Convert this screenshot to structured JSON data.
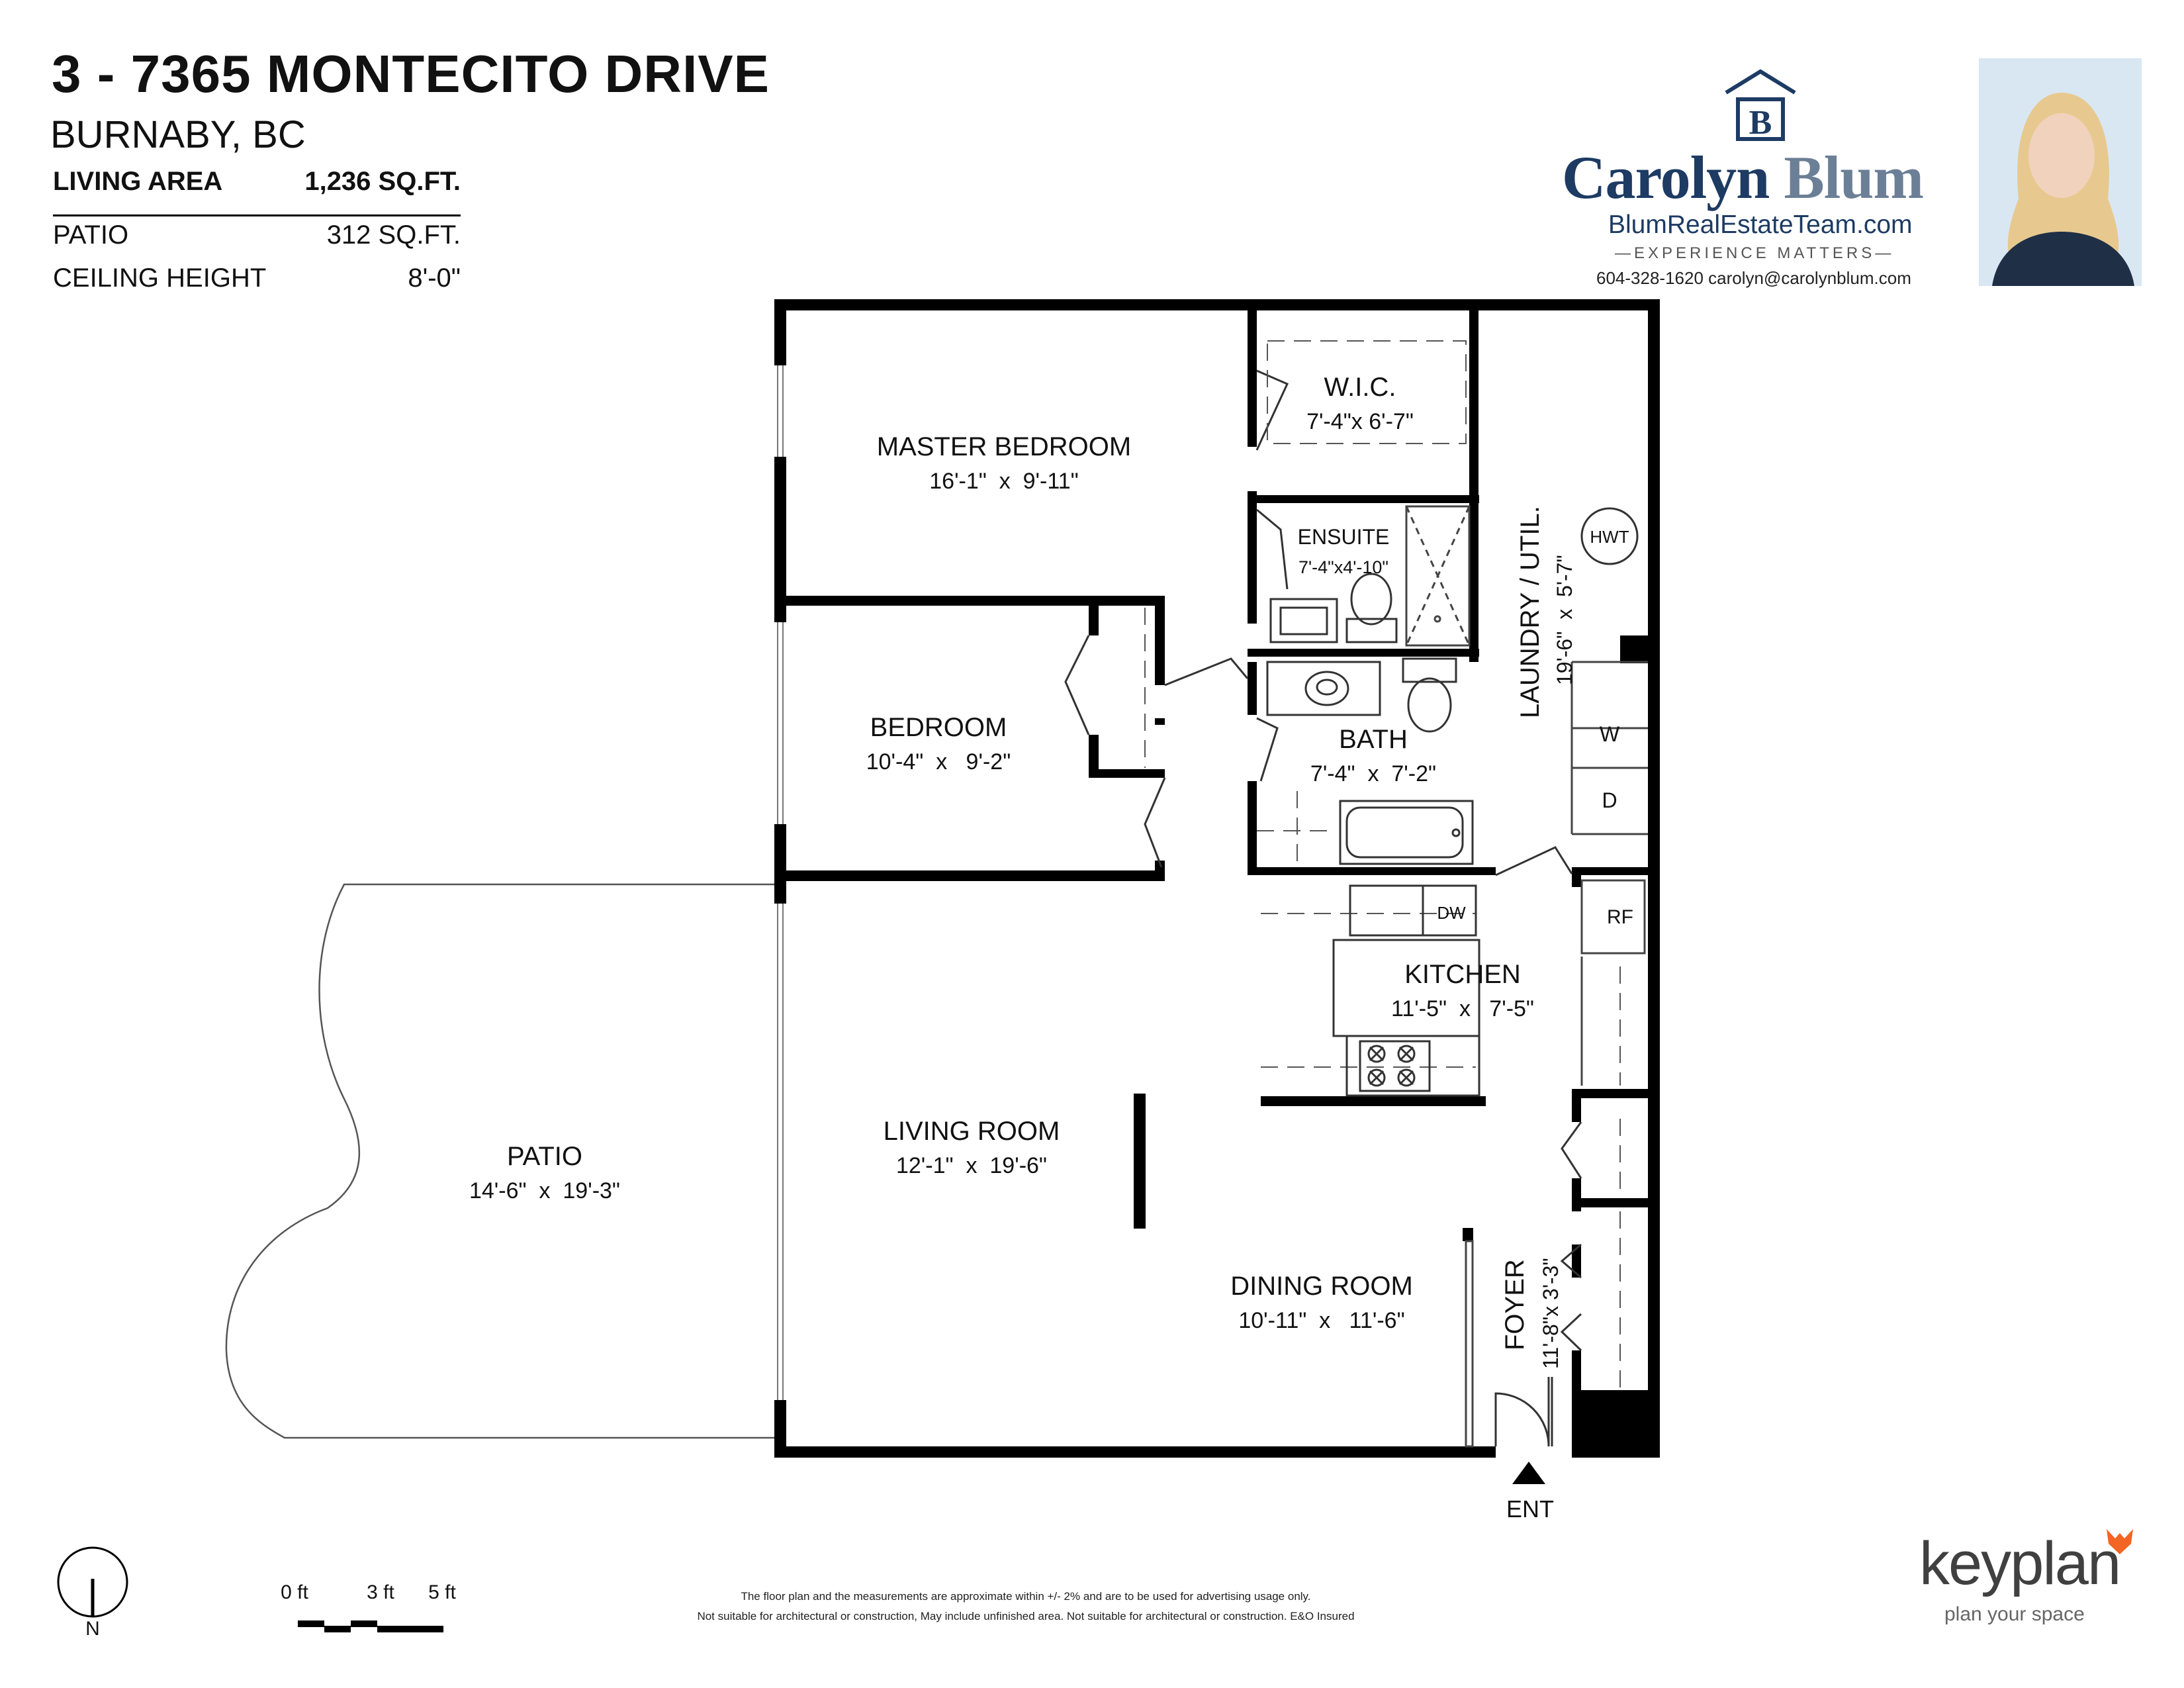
{
  "header": {
    "title": "3 - 7365 MONTECITO DRIVE",
    "city": "BURNABY, BC"
  },
  "specs": [
    {
      "label": "LIVING AREA",
      "value": "1,236 SQ.FT."
    },
    {
      "label": "PATIO",
      "value": "312 SQ.FT."
    },
    {
      "label": "CEILING HEIGHT",
      "value": "8'-0\""
    }
  ],
  "rooms": {
    "master_bedroom": {
      "name": "MASTER BEDROOM",
      "dims": "16'-1\"  x  9'-11\""
    },
    "wic": {
      "name": "W.I.C.",
      "dims": "7'-4\"x 6'-7\""
    },
    "ensuite": {
      "name": "ENSUITE",
      "dims": "7'-4\"x4'-10\""
    },
    "laundry": {
      "name": "LAUNDRY / UTIL.",
      "dims": "19'-6\"  x  5'-7\""
    },
    "bedroom": {
      "name": "BEDROOM",
      "dims": "10'-4\"  x   9'-2\""
    },
    "bath": {
      "name": "BATH",
      "dims": "7'-4\"  x  7'-2\""
    },
    "kitchen": {
      "name": "KITCHEN",
      "dims": "11'-5\"  x   7'-5\""
    },
    "living_room": {
      "name": "LIVING ROOM",
      "dims": "12'-1\"  x  19'-6\""
    },
    "dining_room": {
      "name": "DINING ROOM",
      "dims": "10'-11\"  x   11'-6\""
    },
    "foyer": {
      "name": "FOYER",
      "dims": "11'-8\"x 3'-3\""
    },
    "patio": {
      "name": "PATIO",
      "dims": "14'-6\"  x  19'-3\""
    }
  },
  "fixtures": {
    "hwt": "HWT",
    "washer": "W",
    "dryer": "D",
    "fridge": "RF",
    "dishwasher": "DW",
    "entrance": "ENT"
  },
  "compass": {
    "label": "N"
  },
  "scale": {
    "labels": [
      "0 ft",
      "3 ft",
      "5 ft"
    ]
  },
  "disclaimer": {
    "line1": "The floor plan and the measurements are approximate within +/- 2% and are to be used for advertising usage only.",
    "line2": "Not suitable for architectural or construction, May include unfinished area. Not suitable for architectural or construction. E&O Insured"
  },
  "agent": {
    "logo_letter": "B",
    "name_first": "Carolyn",
    "name_last": "Blum",
    "website": "BlumRealEstateTeam.com",
    "tagline": "—EXPERIENCE MATTERS—",
    "contact": "604-328-1620  carolyn@carolynblum.com"
  },
  "brand": {
    "name": "keyplan",
    "tagline": "plan your space",
    "accent": "#f26522",
    "agent_navy": "#1d3b63"
  }
}
